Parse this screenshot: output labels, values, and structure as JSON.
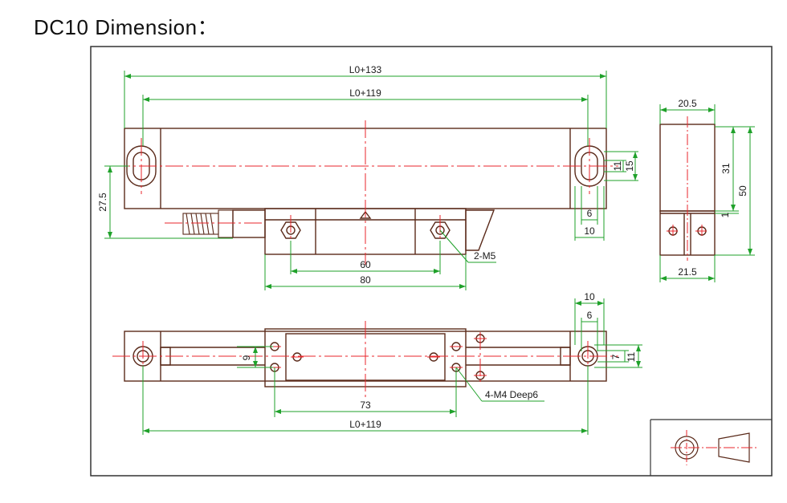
{
  "title": "DC10 Dimension：",
  "dimensions": {
    "lo_133": "L0+133",
    "lo_119_top": "L0+119",
    "d_20_5": "20.5",
    "d_11_top": "11",
    "d_15": "15",
    "d_31": "31",
    "d_50": "50",
    "d_27_5": "27.5",
    "d_6_top": "6",
    "d_1": "1",
    "d_10_top": "10",
    "d_60": "60",
    "d_80": "80",
    "d_21_5": "21.5",
    "d_2_m5": "2-M5",
    "d_10_bottom": "10",
    "d_6_bottom": "6",
    "d_9": "9",
    "d_7": "7",
    "d_11_bottom": "11",
    "d_4_m4": "4-M4 Deep6",
    "d_73": "73",
    "lo_119_bottom": "L0+119"
  },
  "colors": {
    "outline": "#5a2a1a",
    "dimension": "#1fa12a",
    "centerline": "#e8262b",
    "frame": "#333333"
  }
}
